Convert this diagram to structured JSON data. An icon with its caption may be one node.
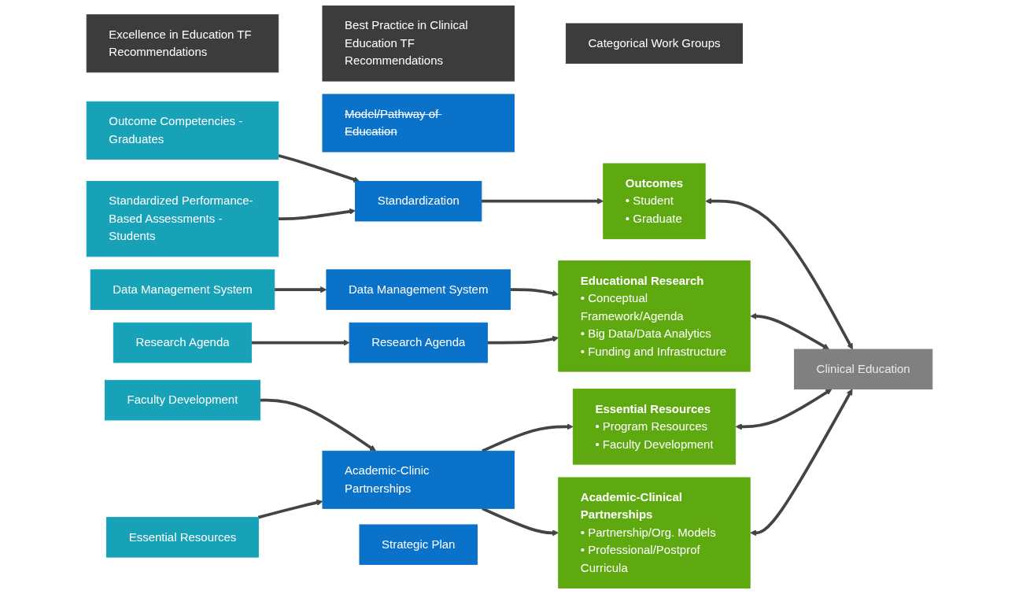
{
  "diagram": {
    "nodes": [
      {
        "text": [
          "Excellence in Education TF Recommendations"
        ]
      },
      {
        "text": [
          "Best Practice in Clinical Education TF Recommendations"
        ]
      },
      {
        "text": [
          "Categorical Work Groups"
        ]
      },
      {
        "text": [
          "Outcome Competencies - Graduates"
        ]
      },
      {
        "text": [
          "Standardized Performance-Based Assessments - Students"
        ]
      },
      {
        "text": [
          "Data Management System"
        ]
      },
      {
        "text": [
          "Research Agenda"
        ]
      },
      {
        "text": [
          "Faculty Development"
        ]
      },
      {
        "text": [
          "Essential Resources"
        ]
      },
      {
        "text": [
          "Model/Pathway of Education"
        ]
      },
      {
        "text": [
          "Standardization"
        ]
      },
      {
        "text": [
          "Data Management System"
        ]
      },
      {
        "text": [
          "Research Agenda"
        ]
      },
      {
        "text": [
          "Academic-Clinic Partnerships"
        ]
      },
      {
        "text": [
          "Strategic Plan"
        ]
      },
      {
        "text": [
          "Outcomes",
          "• Student",
          "• Graduate"
        ]
      },
      {
        "text": [
          "Educational Research",
          "• Conceptual Framework/Agenda",
          "• Big Data/Data Analytics",
          "• Funding and Infrastructure"
        ]
      },
      {
        "text": [
          "Essential Resources",
          "• Program Resources",
          "• Faculty Development"
        ]
      },
      {
        "text": [
          "Academic-Clinical Partnerships",
          "• Partnership/Org. Models",
          "• Professional/Postprof Curricula"
        ]
      },
      {
        "text": [
          "Clinical Education"
        ]
      }
    ],
    "edges": [
      {
        "from": 3,
        "to": 10,
        "arrow": "to"
      },
      {
        "from": 4,
        "to": 10,
        "arrow": "to"
      },
      {
        "from": 5,
        "to": 11,
        "arrow": "to"
      },
      {
        "from": 6,
        "to": 12,
        "arrow": "to"
      },
      {
        "from": 7,
        "to": 13,
        "arrow": "to"
      },
      {
        "from": 8,
        "to": 13,
        "arrow": "to"
      },
      {
        "from": 10,
        "to": 15,
        "arrow": "to"
      },
      {
        "from": 11,
        "to": 16,
        "arrow": "to"
      },
      {
        "from": 12,
        "to": 16,
        "arrow": "to"
      },
      {
        "from": 13,
        "to": 17,
        "arrow": "to"
      },
      {
        "from": 13,
        "to": 18,
        "arrow": "to"
      },
      {
        "from": 15,
        "to": 19,
        "arrow": "both"
      },
      {
        "from": 16,
        "to": 19,
        "arrow": "both"
      },
      {
        "from": 17,
        "to": 19,
        "arrow": "both"
      },
      {
        "from": 18,
        "to": 19,
        "arrow": "both"
      }
    ]
  }
}
